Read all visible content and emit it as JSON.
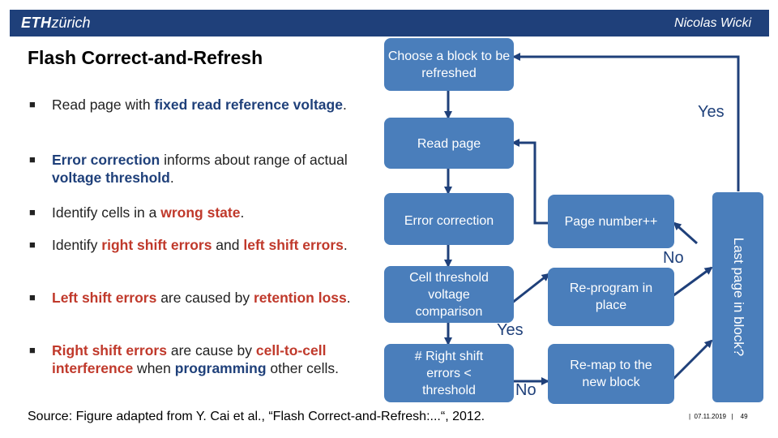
{
  "header": {
    "logo_bold": "ETH",
    "logo_italic": "zürich",
    "author": "Nicolas Wicki"
  },
  "slide_title": "Flash Correct-and-Refresh",
  "bullets": [
    {
      "parts": [
        {
          "t": "Read page with ",
          "s": ""
        },
        {
          "t": "fixed read reference voltage",
          "s": "b"
        },
        {
          "t": ".",
          "s": ""
        }
      ]
    },
    {
      "parts": [
        {
          "t": "Error correction",
          "s": "b"
        },
        {
          "t": " informs about range of actual ",
          "s": ""
        },
        {
          "t": "voltage threshold",
          "s": "b"
        },
        {
          "t": ".",
          "s": ""
        }
      ]
    },
    {
      "parts": [
        {
          "t": "Identify cells in a ",
          "s": ""
        },
        {
          "t": "wrong state",
          "s": "r"
        },
        {
          "t": ".",
          "s": ""
        }
      ]
    },
    {
      "parts": [
        {
          "t": "Identify ",
          "s": ""
        },
        {
          "t": "right shift errors",
          "s": "r"
        },
        {
          "t": " and ",
          "s": ""
        },
        {
          "t": "left shift errors",
          "s": "r"
        },
        {
          "t": ".",
          "s": ""
        }
      ]
    },
    {
      "parts": [
        {
          "t": "Left shift errors",
          "s": "r"
        },
        {
          "t": " are caused by ",
          "s": ""
        },
        {
          "t": "retention loss",
          "s": "r"
        },
        {
          "t": ".",
          "s": ""
        }
      ]
    },
    {
      "parts": [
        {
          "t": "Right shift errors",
          "s": "r"
        },
        {
          "t": " are cause by ",
          "s": ""
        },
        {
          "t": "cell-to-cell interference",
          "s": "r"
        },
        {
          "t": " when ",
          "s": ""
        },
        {
          "t": "programming",
          "s": "b"
        },
        {
          "t": " other cells.",
          "s": ""
        }
      ]
    }
  ],
  "flow": {
    "choose_block": "Choose a block to be refreshed",
    "read_page": "Read page",
    "error_correction": "Error correction",
    "cell_threshold": "Cell threshold voltage comparison",
    "right_shift": "# Right shift errors < threshold",
    "page_number": "Page number++",
    "reprogram": "Re-program in place",
    "remap": "Re-map to the new block",
    "last_page": "Last page in block?",
    "label_yes_top": "Yes",
    "label_no_upper": "No",
    "label_yes_mid": "Yes",
    "label_no_lower": "No"
  },
  "source": "Source: Figure adapted from Y. Cai et al., “Flash Correct-and-Refresh:...“, 2012.",
  "footer": {
    "date": "07.11.2019",
    "page": "49",
    "sep": "|"
  },
  "colors": {
    "eth_blue": "#1f407a",
    "box_blue": "#4a7ebb",
    "red": "#c0392b"
  }
}
